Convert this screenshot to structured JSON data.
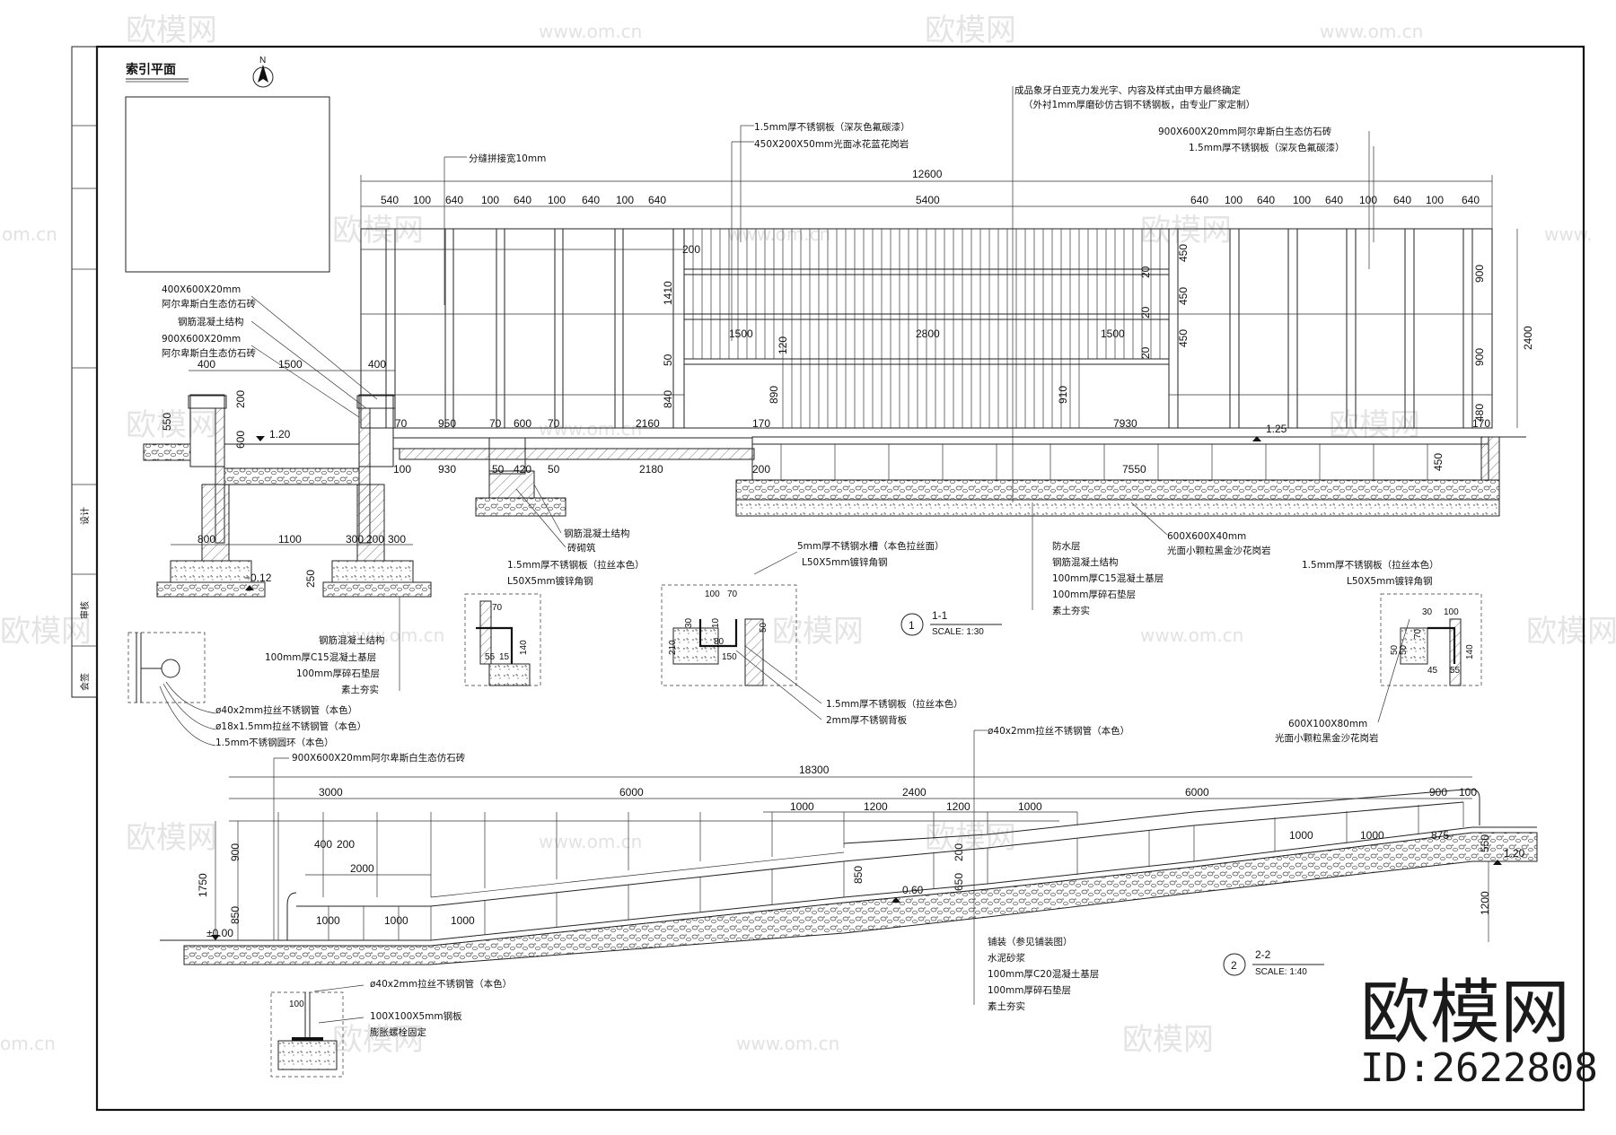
{
  "watermark": {
    "brand": "欧模网",
    "url": "www.om.cn",
    "frag_left": "om.cn",
    "frag_right": "www."
  },
  "logo": {
    "brand": "欧模网",
    "id": "ID:2622808"
  },
  "index_plan": {
    "title": "索引平面",
    "north": "N"
  },
  "section_1": {
    "label": "1-1",
    "num": "1",
    "scale": "SCALE:  1:30"
  },
  "section_2": {
    "label": "2-2",
    "num": "2",
    "scale": "SCALE:  1:40"
  },
  "top_notes": {
    "n1a": "成品象牙白亚克力发光字、内容及样式由甲方最终确定",
    "n1b": "（外衬1mm厚磨砂仿古铜不锈钢板，由专业厂家定制）",
    "n2": "1.5mm厚不锈钢板（深灰色氟碳漆）",
    "n3": "450X200X50mm光面冰花蓝花岗岩",
    "n4": "分缝拼接宽10mm",
    "n5": "900X600X20mm阿尔卑斯白生态仿石砖",
    "n6": "1.5mm厚不锈钢板（深灰色氟碳漆）"
  },
  "left_notes": {
    "a1": "400X600X20mm",
    "a2": "阿尔卑斯白生态仿石砖",
    "a3": "钢筋混凝土结构",
    "a4": "900X600X20mm",
    "a5": "阿尔卑斯白生态仿石砖"
  },
  "top_dims": {
    "total": "12600",
    "mid": "5400",
    "left": [
      "540",
      "100",
      "640",
      "100",
      "640",
      "100",
      "640",
      "100",
      "640"
    ],
    "right": [
      "640",
      "100",
      "640",
      "100",
      "640",
      "100",
      "640",
      "100",
      "640"
    ]
  },
  "elev_dims": [
    "200",
    "1410",
    "1500",
    "2800",
    "1500",
    "50",
    "120",
    "840",
    "890",
    "910",
    "450",
    "20",
    "450",
    "20",
    "450",
    "20",
    "900",
    "900",
    "2400",
    "480"
  ],
  "sec1_dims": [
    "400",
    "1500",
    "400",
    "550",
    "1.20",
    "200",
    "600",
    "70",
    "950",
    "70",
    "600",
    "70",
    "2160",
    "170",
    "7930",
    "1.25",
    "170",
    "100",
    "930",
    "50",
    "420",
    "50",
    "2180",
    "200",
    "7550",
    "450",
    "800",
    "1100",
    "300",
    "200",
    "300",
    "−0.12",
    "250"
  ],
  "sec1_notes": {
    "b1": "钢筋混凝土结构",
    "b2": "砖砌筑",
    "b3": "1.5mm厚不锈钢板（拉丝本色）",
    "b4": "L50X5mm镀锌角钢",
    "b5": "5mm厚不锈钢水槽（本色拉丝面）",
    "b6": "L50X5mm镀锌角钢",
    "b7": "防水层",
    "b8": "钢筋混凝土结构",
    "b9": "100mm厚C15混凝土基层",
    "b10": "100mm厚碎石垫层",
    "b11": "素土夯实",
    "b12": "600X600X40mm",
    "b13": "光面小颗粒黑金沙花岗岩",
    "b14": "1.5mm厚不锈钢板（拉丝本色）",
    "b15": "L50X5mm镀锌角钢",
    "b16": "钢筋混凝土结构",
    "b17": "100mm厚C15混凝土基层",
    "b18": "100mm厚碎石垫层",
    "b19": "素土夯实",
    "b20": "ø40x2mm拉丝不锈钢管（本色）",
    "b21": "ø18x1.5mm拉丝不锈钢管（本色）",
    "b22": "1.5mm不锈钢圆环（本色）",
    "b23": "1.5mm厚不锈钢板（拉丝本色）",
    "b24": "2mm厚不锈钢背板",
    "b25": "600X100X80mm",
    "b26": "光面小颗粒黑金沙花岗岩"
  },
  "detail_dims": [
    "70",
    "55",
    "15",
    "140",
    "100",
    "70",
    "30",
    "10",
    "50",
    "210",
    "150",
    "80",
    "30",
    "100",
    "70",
    "50",
    "50",
    "140",
    "45",
    "55"
  ],
  "sec2_notes": {
    "c1": "ø40x2mm拉丝不锈钢管（本色）",
    "c2": "900X600X20mm阿尔卑斯白生态仿石砖",
    "c3": "铺装（参见铺装图）",
    "c4": "水泥砂浆",
    "c5": "100mm厚C20混凝土基层",
    "c6": "100mm厚碎石垫层",
    "c7": "素土夯实",
    "c8": "ø40x2mm拉丝不锈钢管（本色）",
    "c9": "100X100X5mm钢板",
    "c10": "膨胀螺栓固定"
  },
  "sec2_dims": {
    "total": "18300",
    "segs": [
      "3000",
      "6000",
      "2400",
      "6000",
      "900",
      "100"
    ],
    "sub": [
      "1000",
      "1200",
      "1200",
      "1000"
    ],
    "left": [
      "400",
      "200",
      "2000",
      "900",
      "850",
      "1750",
      "±0.00",
      "1000",
      "1000",
      "1000"
    ],
    "mid": [
      "850",
      "200",
      "650",
      "0.60"
    ],
    "right": [
      "1000",
      "1000",
      "875",
      "550",
      "1.20",
      "1200"
    ]
  },
  "side_strip": [
    "会签",
    "审核",
    "设计"
  ]
}
